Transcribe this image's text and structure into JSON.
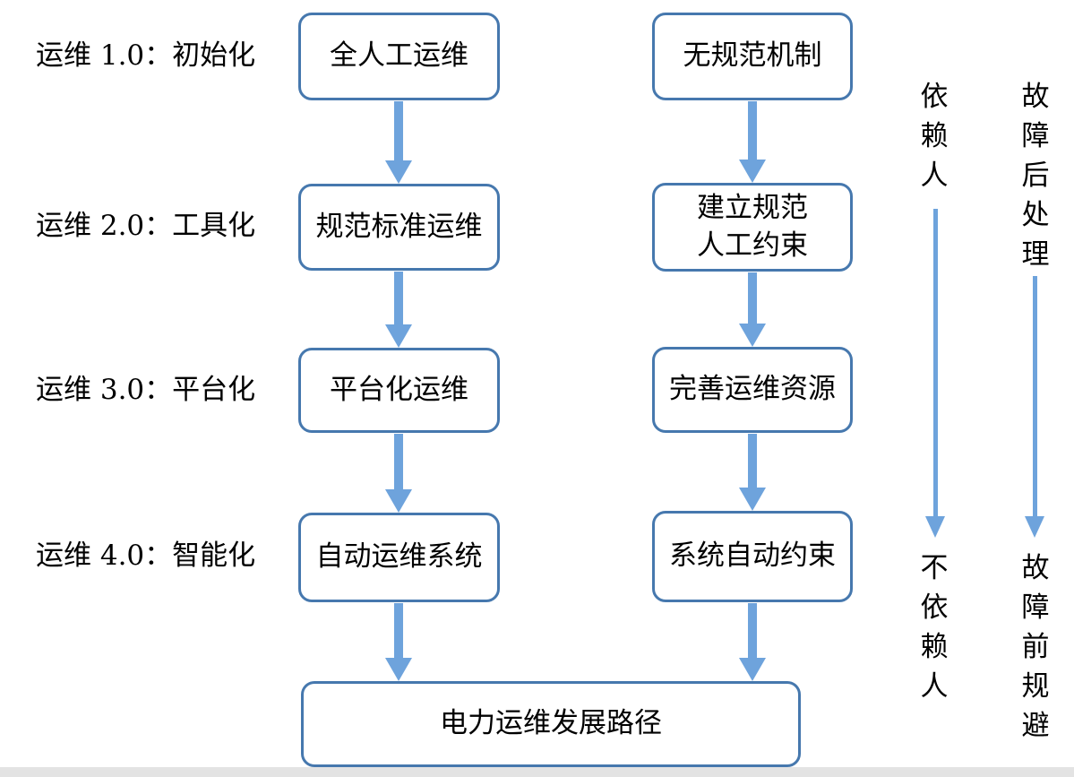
{
  "stages": [
    {
      "label": "运维 1.0：初始化",
      "process": "全人工运维",
      "mechanism": "无规范机制"
    },
    {
      "label": "运维 2.0：工具化",
      "process": "规范标准运维",
      "mechanism": "建立规范\n人工约束"
    },
    {
      "label": "运维 3.0：平台化",
      "process": "平台化运维",
      "mechanism": "完善运维资源"
    },
    {
      "label": "运维 4.0：智能化",
      "process": "自动运维系统",
      "mechanism": "系统自动约束"
    }
  ],
  "result": {
    "label": "电力运维发展路径"
  },
  "annotations": [
    {
      "from": "依赖人",
      "to": "不依赖人"
    },
    {
      "from": "故障后处理",
      "to": "故障前规避"
    }
  ],
  "colors": {
    "box_border": "#4678AE",
    "arrow": "#6EA3DC",
    "text": "#000000",
    "bottom_bar": "#E3E3E3"
  }
}
